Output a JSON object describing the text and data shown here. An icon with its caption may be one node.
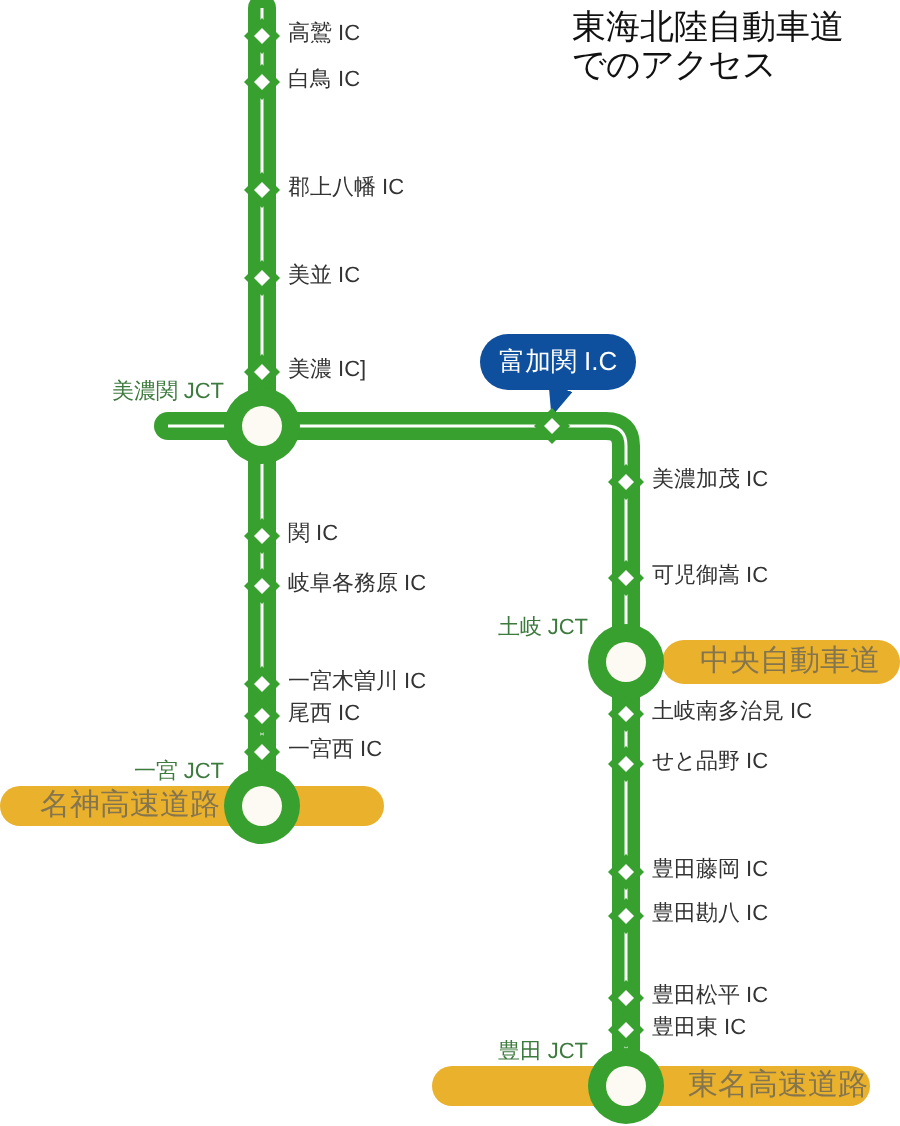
{
  "diagram": {
    "title": "東海北陸自動車道でのアクセス",
    "nodes": [
      {
        "text": [],
        "shape": "diamond",
        "beside": [
          "高鷲 IC"
        ]
      },
      {
        "text": [],
        "shape": "diamond",
        "beside": [
          "白鳥 IC"
        ]
      },
      {
        "text": [],
        "shape": "diamond",
        "beside": [
          "郡上八幡 IC"
        ]
      },
      {
        "text": [],
        "shape": "diamond",
        "beside": [
          "美並 IC"
        ]
      },
      {
        "text": [],
        "shape": "diamond",
        "beside": [
          "美濃 IC]"
        ]
      },
      {
        "text": [],
        "shape": "circle",
        "beside": [
          "美濃関 JCT"
        ]
      },
      {
        "text": [],
        "shape": "diamond",
        "beside": [
          "関 IC"
        ]
      },
      {
        "text": [],
        "shape": "diamond",
        "beside": [
          "岐阜各務原 IC"
        ]
      },
      {
        "text": [],
        "shape": "diamond",
        "beside": [
          "一宮木曽川 IC"
        ]
      },
      {
        "text": [],
        "shape": "diamond",
        "beside": [
          "尾西 IC"
        ]
      },
      {
        "text": [],
        "shape": "diamond",
        "beside": [
          "一宮西 IC"
        ]
      },
      {
        "text": [],
        "shape": "circle",
        "beside": [
          "一宮 JCT"
        ]
      },
      {
        "text": [
          "名神高速道路"
        ]
      },
      {
        "text": [
          "富加関 I.C"
        ]
      },
      {
        "text": [],
        "shape": "diamond"
      },
      {
        "text": [],
        "shape": "diamond",
        "beside": [
          "美濃加茂 IC"
        ]
      },
      {
        "text": [],
        "shape": "diamond",
        "beside": [
          "可児御嵩 IC"
        ]
      },
      {
        "text": [],
        "shape": "circle",
        "beside": [
          "土岐 JCT"
        ]
      },
      {
        "text": [
          "中央自動車道"
        ]
      },
      {
        "text": [],
        "shape": "diamond",
        "beside": [
          "土岐南多治見 IC"
        ]
      },
      {
        "text": [],
        "shape": "diamond",
        "beside": [
          "せと品野 IC"
        ]
      },
      {
        "text": [],
        "shape": "diamond",
        "beside": [
          "豊田藤岡 IC"
        ]
      },
      {
        "text": [],
        "shape": "diamond",
        "beside": [
          "豊田勘八 IC"
        ]
      },
      {
        "text": [],
        "shape": "diamond",
        "beside": [
          "豊田松平 IC"
        ]
      },
      {
        "text": [],
        "shape": "diamond",
        "beside": [
          "豊田東 IC"
        ]
      },
      {
        "text": [],
        "shape": "circle",
        "beside": [
          "豊田 JCT"
        ]
      },
      {
        "text": [
          "東名高速道路"
        ]
      }
    ],
    "edges": [
      {
        "from": null,
        "to": 0,
        "arrow": "none"
      },
      {
        "from": 0,
        "to": 1,
        "arrow": "none"
      },
      {
        "from": 1,
        "to": 2,
        "arrow": "none"
      },
      {
        "from": 2,
        "to": 3,
        "arrow": "none"
      },
      {
        "from": 3,
        "to": 4,
        "arrow": "none"
      },
      {
        "from": 4,
        "to": 5,
        "arrow": "none"
      },
      {
        "from": null,
        "to": 5,
        "arrow": "none"
      },
      {
        "from": 5,
        "to": 6,
        "arrow": "none"
      },
      {
        "from": 6,
        "to": 7,
        "arrow": "none"
      },
      {
        "from": 7,
        "to": 8,
        "arrow": "none"
      },
      {
        "from": 8,
        "to": 9,
        "arrow": "none"
      },
      {
        "from": 9,
        "to": 10,
        "arrow": "none"
      },
      {
        "from": 10,
        "to": 11,
        "arrow": "none"
      },
      {
        "from": 13,
        "to": 14,
        "arrow": "to",
        "color": "#0e4f9e"
      },
      {
        "from": 5,
        "to": 14,
        "arrow": "none"
      },
      {
        "from": 14,
        "to": 15,
        "arrow": "none"
      },
      {
        "from": 15,
        "to": 16,
        "arrow": "none"
      },
      {
        "from": 16,
        "to": 17,
        "arrow": "none"
      },
      {
        "from": 17,
        "to": 19,
        "arrow": "none"
      },
      {
        "from": 19,
        "to": 20,
        "arrow": "none"
      },
      {
        "from": 20,
        "to": 21,
        "arrow": "none"
      },
      {
        "from": 21,
        "to": 22,
        "arrow": "none"
      },
      {
        "from": 22,
        "to": 23,
        "arrow": "none"
      },
      {
        "from": 23,
        "to": 24,
        "arrow": "none"
      },
      {
        "from": 24,
        "to": 25,
        "arrow": "none"
      }
    ]
  }
}
